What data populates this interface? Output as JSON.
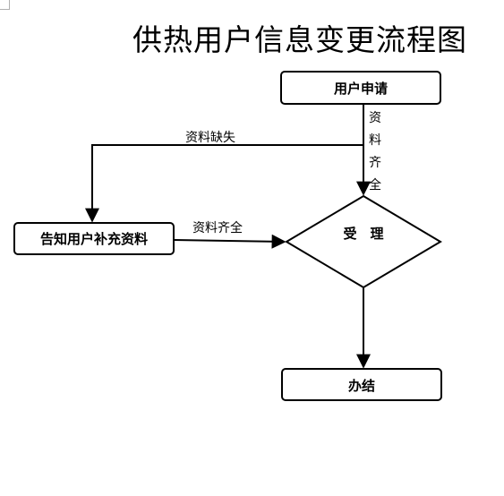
{
  "title": "供热用户信息变更流程图",
  "nodes": {
    "apply": "用户申请",
    "notify": "告知用户补充资料",
    "accept": "受　理",
    "done": "办结"
  },
  "edges": {
    "incomplete": "资料缺失",
    "complete_vertical": [
      "资",
      "料",
      "齐",
      "全"
    ],
    "complete_resubmit": "资料齐全"
  }
}
